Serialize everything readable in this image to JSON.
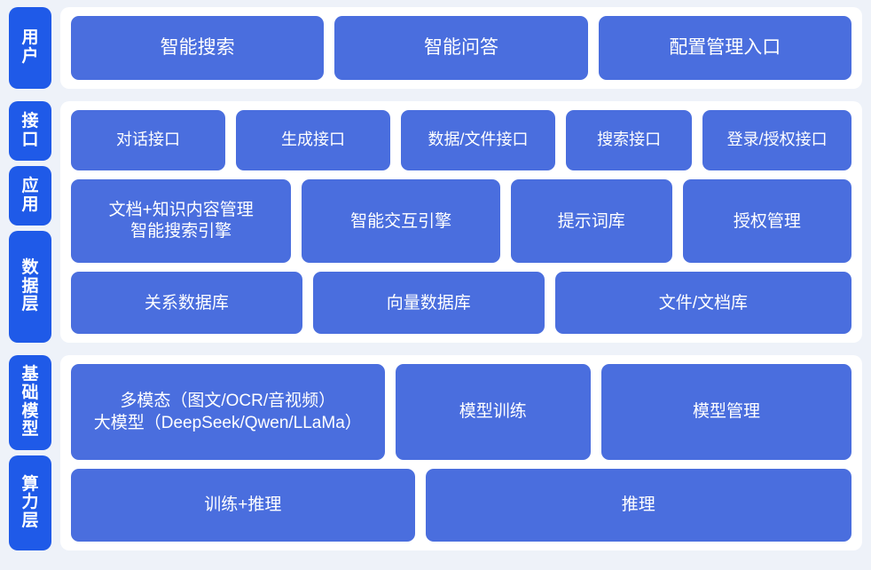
{
  "theme": {
    "background": "#eef2f9",
    "panel": "#ffffff",
    "tab_blue": "#1f5ae8",
    "box_blue": "#4a6ede",
    "text_on_blue": "#ffffff"
  },
  "sections": [
    {
      "id": "user",
      "tabs": [
        {
          "label": "用户",
          "name": "layer-tab-user"
        }
      ],
      "rows": [
        {
          "name": "row-user-entries",
          "boxes": [
            {
              "label": "智能搜索",
              "name": "box-smart-search"
            },
            {
              "label": "智能问答",
              "name": "box-smart-qa"
            },
            {
              "label": "配置管理入口",
              "name": "box-config-management-entry"
            }
          ]
        }
      ]
    },
    {
      "id": "middle",
      "tabs": [
        {
          "label": "接口",
          "name": "layer-tab-interface"
        },
        {
          "label": "应用",
          "name": "layer-tab-application"
        },
        {
          "label": "数据层",
          "name": "layer-tab-data"
        }
      ],
      "rows": [
        {
          "name": "row-interface",
          "boxes": [
            {
              "label": "对话接口",
              "name": "box-dialog-interface"
            },
            {
              "label": "生成接口",
              "name": "box-generation-interface"
            },
            {
              "label": "数据/文件接口",
              "name": "box-data-file-interface"
            },
            {
              "label": "搜索接口",
              "name": "box-search-interface"
            },
            {
              "label": "登录/授权接口",
              "name": "box-login-auth-interface"
            }
          ]
        },
        {
          "name": "row-application",
          "boxes": [
            {
              "label": "文档+知识内容管理\n智能搜索引擎",
              "name": "box-doc-knowledge-management"
            },
            {
              "label": "智能交互引擎",
              "name": "box-smart-interaction-engine"
            },
            {
              "label": "提示词库",
              "name": "box-prompt-library"
            },
            {
              "label": "授权管理",
              "name": "box-authorization-management"
            }
          ]
        },
        {
          "name": "row-data",
          "boxes": [
            {
              "label": "关系数据库",
              "name": "box-relational-database"
            },
            {
              "label": "向量数据库",
              "name": "box-vector-database"
            },
            {
              "label": "文件/文档库",
              "name": "box-file-document-store"
            }
          ]
        }
      ]
    },
    {
      "id": "base",
      "tabs": [
        {
          "label": "基础模型",
          "name": "layer-tab-foundation-model"
        },
        {
          "label": "算力层",
          "name": "layer-tab-compute"
        }
      ],
      "rows": [
        {
          "name": "row-foundation-model",
          "boxes": [
            {
              "label": "多模态（图文/OCR/音视频）\n大模型（DeepSeek/Qwen/LLaMa）",
              "name": "box-multimodal-large-model"
            },
            {
              "label": "模型训练",
              "name": "box-model-training"
            },
            {
              "label": "模型管理",
              "name": "box-model-management"
            }
          ]
        },
        {
          "name": "row-compute",
          "boxes": [
            {
              "label": "训练+推理",
              "name": "box-training-inference"
            },
            {
              "label": "推理",
              "name": "box-inference"
            }
          ]
        }
      ]
    }
  ]
}
